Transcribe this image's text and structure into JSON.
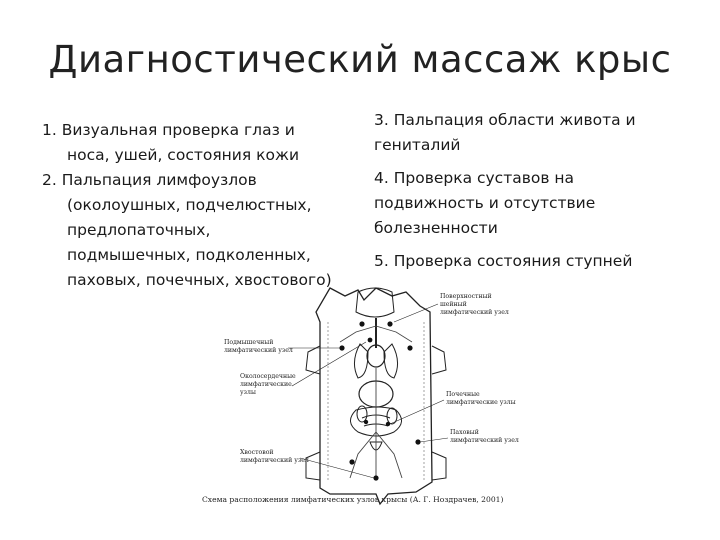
{
  "slide": {
    "title": "Диагностический массаж крыс"
  },
  "left_list": [
    {
      "first": "1. Визуальная проверка глаз и",
      "rest": [
        "носа, ушей, состояния кожи"
      ]
    },
    {
      "first": "2. Пальпация лимфоузлов",
      "rest": [
        "(околоушных, подчелюстных,",
        "предлопаточных,",
        "подмышечных, подколенных,",
        "паховых, почечных, хвостового)"
      ]
    }
  ],
  "right_list": [
    "3. Пальпация области живота и гениталий",
    "4. Проверка суставов на подвижность и отсутствие болезненности",
    "5. Проверка состояния ступней"
  ],
  "figure": {
    "labels": {
      "surface_cervical": [
        "Поверхностный",
        "шейный",
        "лимфатический узел"
      ],
      "axillary": [
        "Подмышечный",
        "лимфатический узел"
      ],
      "cervical_lower": [
        "Околосердечные",
        "лимфатические",
        "узлы"
      ],
      "renal": [
        "Почечные",
        "лимфатические узлы"
      ],
      "inguinal": [
        "Паховый",
        "лимфатический узел"
      ],
      "caudal": [
        "Хвостовой",
        "лимфатический узел"
      ]
    },
    "caption": "Схема расположения лимфатических узлов крысы (А. Г. Ноздрачев, 2001)"
  }
}
